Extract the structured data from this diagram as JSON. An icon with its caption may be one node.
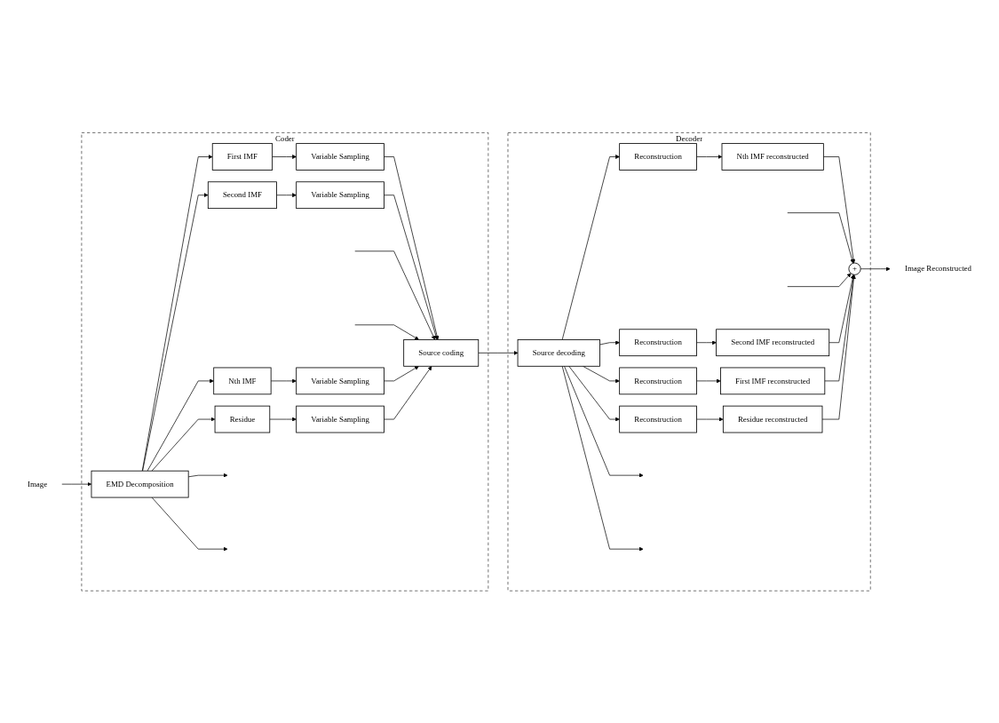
{
  "diagram": {
    "nodes": [
      {
        "text": [
          "Coder"
        ]
      },
      {
        "text": [
          "Image"
        ]
      },
      {
        "text": [
          "EMD Decomposition"
        ],
        "in": 0
      },
      {
        "text": [
          "First IMF"
        ],
        "in": 0
      },
      {
        "text": [
          "Second IMF"
        ],
        "in": 0
      },
      {
        "text": [
          "Nth IMF"
        ],
        "in": 0
      },
      {
        "text": [
          "Residue"
        ],
        "in": 0
      },
      {
        "text": [
          "Variable Sampling"
        ],
        "in": 0
      },
      {
        "text": [
          "Variable Sampling"
        ],
        "in": 0
      },
      {
        "text": [
          "Variable Sampling"
        ],
        "in": 0
      },
      {
        "text": [
          "Variable Sampling"
        ],
        "in": 0
      },
      {
        "text": [
          "Source coding"
        ],
        "in": 0
      },
      {
        "text": [
          "Decoder"
        ]
      },
      {
        "text": [
          "Source decoding"
        ],
        "in": 12
      },
      {
        "text": [
          "Reconstruction"
        ],
        "in": 12
      },
      {
        "text": [
          "Reconstruction"
        ],
        "in": 12
      },
      {
        "text": [
          "Reconstruction"
        ],
        "in": 12
      },
      {
        "text": [
          "Reconstruction"
        ],
        "in": 12
      },
      {
        "text": [
          "Nth IMF reconstructed"
        ],
        "in": 12
      },
      {
        "text": [
          "Second IMF reconstructed"
        ],
        "in": 12
      },
      {
        "text": [
          "First IMF reconstructed"
        ],
        "in": 12
      },
      {
        "text": [
          "Residue reconstructed"
        ],
        "in": 12
      },
      {
        "text": [
          "+"
        ],
        "in": 12
      },
      {
        "text": [
          "Image Reconstructed"
        ]
      }
    ],
    "edges": [
      {
        "from": 1,
        "to": 2,
        "arrow": "to"
      },
      {
        "from": 2,
        "to": 3,
        "arrow": "to"
      },
      {
        "from": 2,
        "to": 4,
        "arrow": "to"
      },
      {
        "from": 2,
        "to": null,
        "arrow": "to"
      },
      {
        "from": 2,
        "to": null,
        "arrow": "to"
      },
      {
        "from": 2,
        "to": 5,
        "arrow": "to"
      },
      {
        "from": 2,
        "to": 6,
        "arrow": "to"
      },
      {
        "from": 3,
        "to": 7,
        "arrow": "to"
      },
      {
        "from": 4,
        "to": 8,
        "arrow": "to"
      },
      {
        "from": 5,
        "to": 9,
        "arrow": "to"
      },
      {
        "from": 6,
        "to": 10,
        "arrow": "to"
      },
      {
        "from": 7,
        "to": 11,
        "arrow": "to"
      },
      {
        "from": 8,
        "to": 11,
        "arrow": "to"
      },
      {
        "from": null,
        "to": 11,
        "arrow": "to"
      },
      {
        "from": null,
        "to": 11,
        "arrow": "to"
      },
      {
        "from": 9,
        "to": 11,
        "arrow": "to"
      },
      {
        "from": 10,
        "to": 11,
        "arrow": "to"
      },
      {
        "from": 11,
        "to": 13,
        "arrow": "to"
      },
      {
        "from": 13,
        "to": 14,
        "arrow": "to"
      },
      {
        "from": 13,
        "to": null,
        "arrow": "to"
      },
      {
        "from": 13,
        "to": null,
        "arrow": "to"
      },
      {
        "from": 13,
        "to": 15,
        "arrow": "to"
      },
      {
        "from": 13,
        "to": 16,
        "arrow": "to"
      },
      {
        "from": 13,
        "to": 17,
        "arrow": "to"
      },
      {
        "from": 14,
        "to": 18,
        "arrow": "to"
      },
      {
        "from": 15,
        "to": 19,
        "arrow": "to"
      },
      {
        "from": 16,
        "to": 20,
        "arrow": "to"
      },
      {
        "from": 17,
        "to": 21,
        "arrow": "to"
      },
      {
        "from": 18,
        "to": 22,
        "arrow": "to"
      },
      {
        "from": null,
        "to": 22,
        "arrow": "to"
      },
      {
        "from": null,
        "to": 22,
        "arrow": "to"
      },
      {
        "from": 19,
        "to": 22,
        "arrow": "to"
      },
      {
        "from": 20,
        "to": 22,
        "arrow": "to"
      },
      {
        "from": 21,
        "to": 22,
        "arrow": "to"
      },
      {
        "from": 22,
        "to": 23,
        "arrow": "to"
      }
    ]
  }
}
